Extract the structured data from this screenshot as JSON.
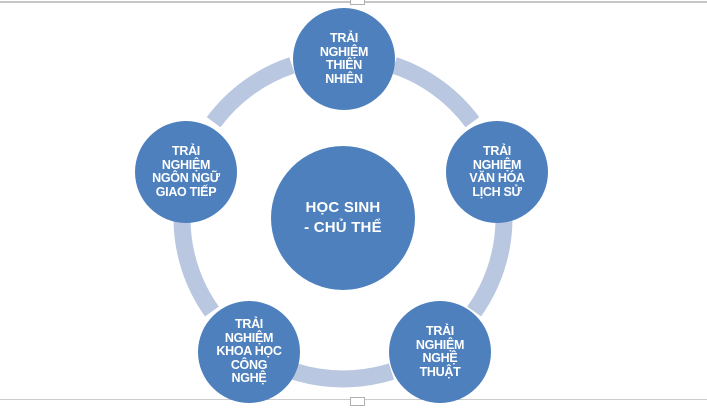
{
  "diagram": {
    "center": {
      "label": "HỌC SINH\n- CHỦ THỂ"
    },
    "nodes": [
      {
        "id": "trai-nghiem-thien-nhien",
        "label": "TRẢI\nNGHIỆM\nTHIÊN\nNHIÊN"
      },
      {
        "id": "trai-nghiem-van-hoa-lich-su",
        "label": "TRẢI\nNGHIỆM\nVĂN HÓA\nLỊCH SỬ"
      },
      {
        "id": "trai-nghiem-nghe-thuat",
        "label": "TRẢI\nNGHIỆM\nNGHỆ\nTHUẬT"
      },
      {
        "id": "trai-nghiem-khoa-hoc-cong-nghe",
        "label": "TRẢI\nNGHIỆM\nKHOA HỌC\nCÔNG\nNGHỆ"
      },
      {
        "id": "trai-nghiem-ngon-ngu-giao-tiep",
        "label": "TRẢI\nNGHIỆM\nNGÔN NGỮ\nGIAO TIẾP"
      }
    ],
    "colors": {
      "node_fill": "#4e80bd",
      "ring": "#b9c7e0",
      "text": "#ffffff",
      "border_line": "#c6c6c6"
    }
  }
}
